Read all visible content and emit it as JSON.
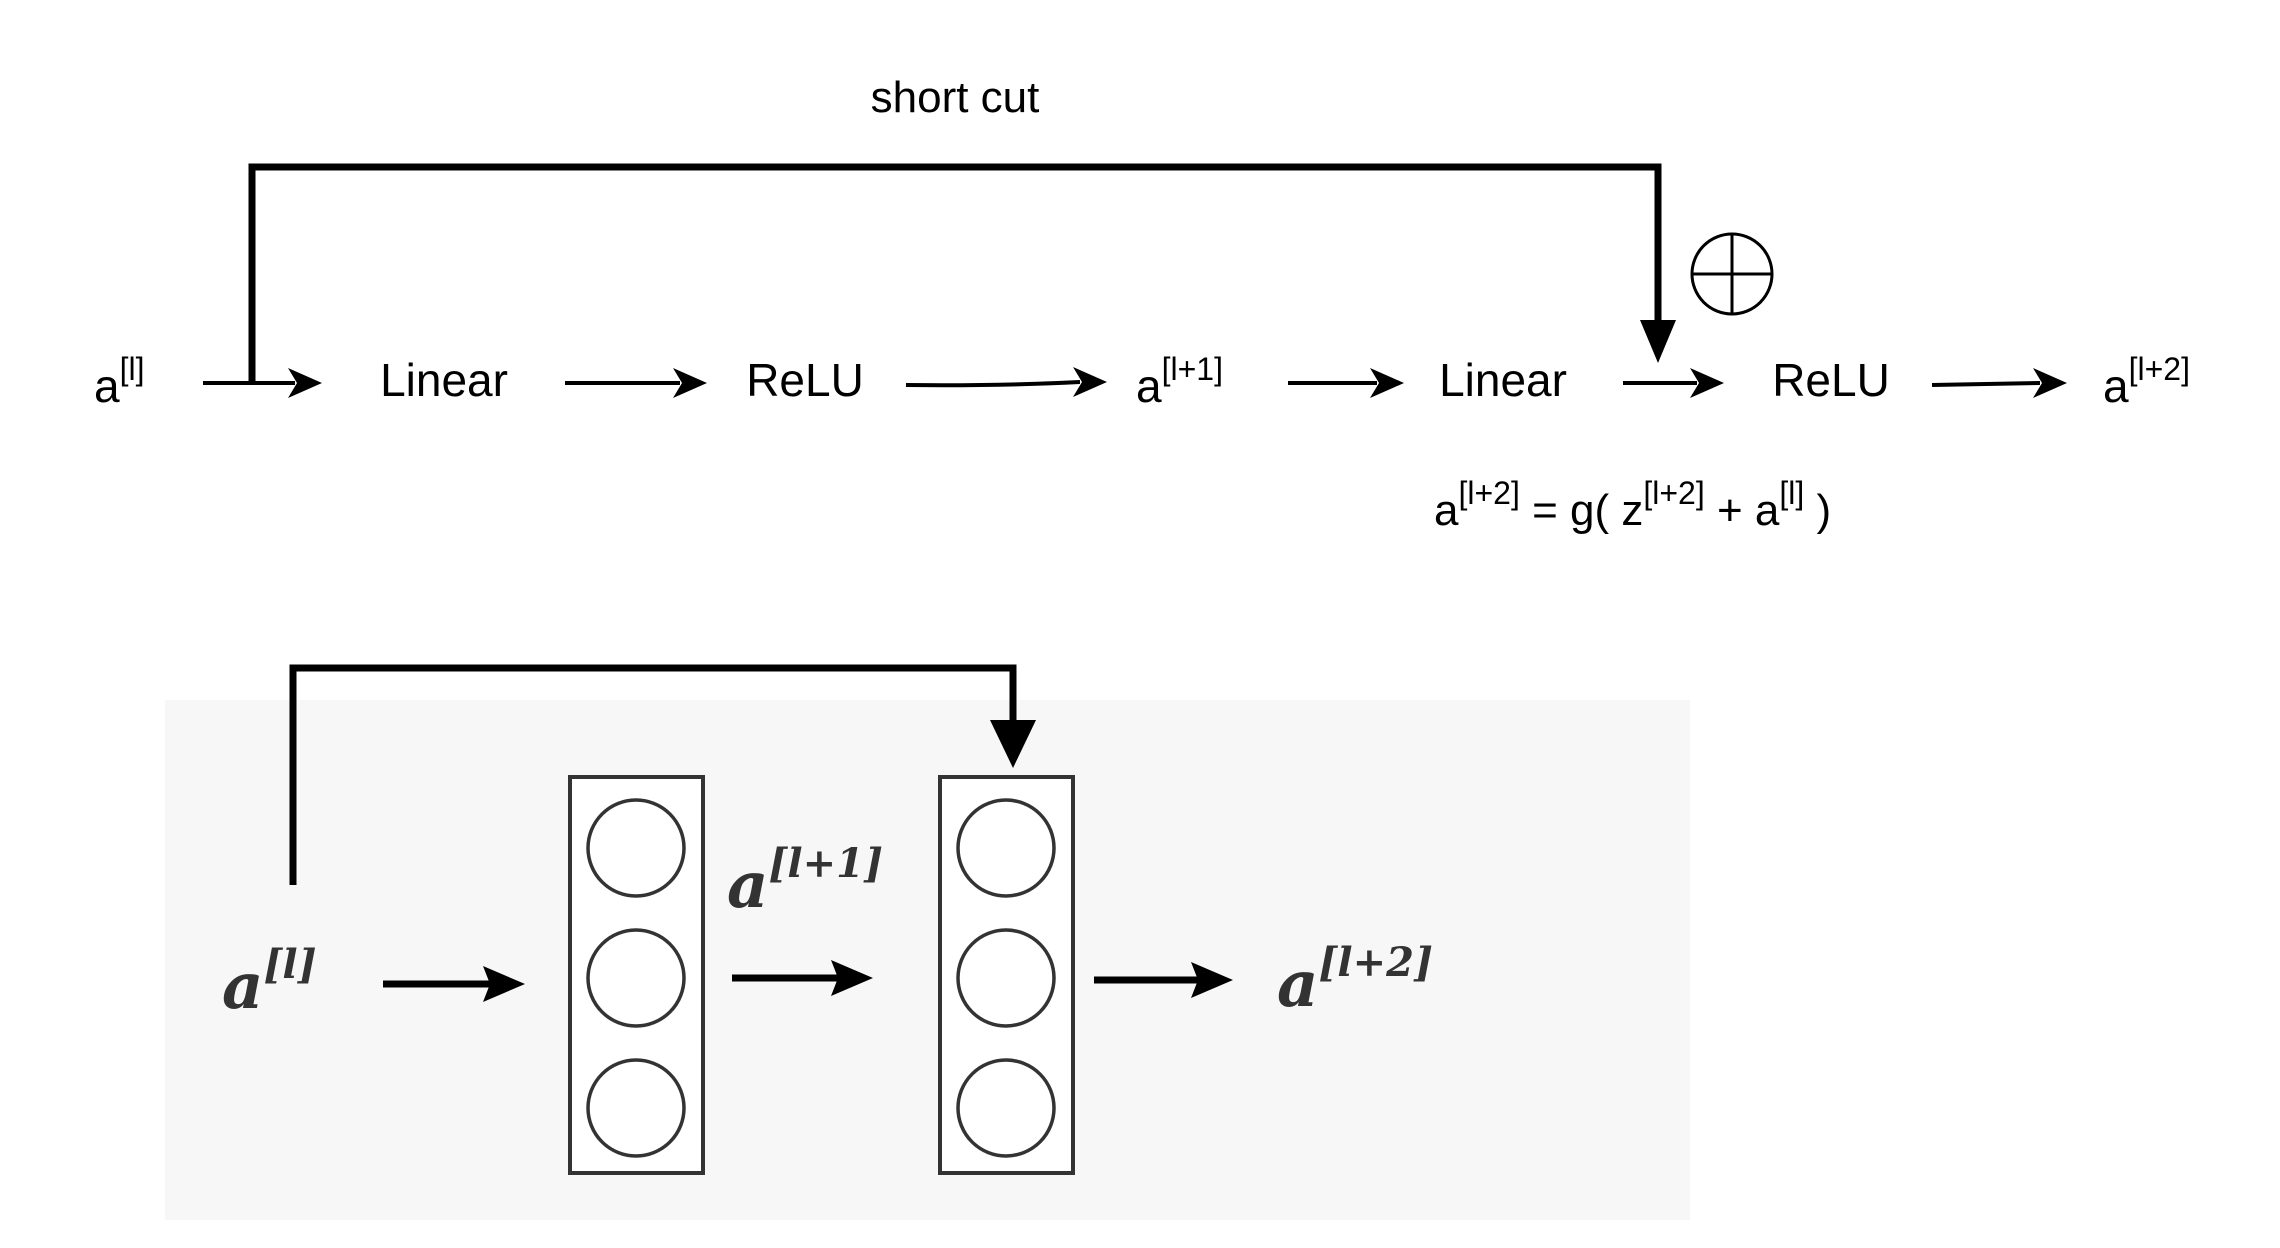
{
  "top_diagram": {
    "shortcut_label": "short cut",
    "input": {
      "base": "a",
      "sup": "[l]"
    },
    "nodes": [
      "Linear",
      "ReLU",
      "Linear",
      "ReLU"
    ],
    "hidden_activation": {
      "base": "a",
      "sup": "[l+1]"
    },
    "output": {
      "base": "a",
      "sup": "[l+2]"
    },
    "add_symbol_icon": "circled-plus-icon",
    "equation": {
      "lhs_base": "a",
      "lhs_sup": "[l+2]",
      "eq_open": " = g( ",
      "z_base": "z",
      "z_sup": "[l+2]",
      "plus": " + ",
      "a_base": "a",
      "a_sup": "[l]",
      "close": " )"
    }
  },
  "bottom_diagram": {
    "input": {
      "base": "a",
      "sup": "[l]"
    },
    "hidden_activation": {
      "base": "a",
      "sup": "[l+1]"
    },
    "output": {
      "base": "a",
      "sup": "[l+2]"
    },
    "layers": [
      {
        "neurons": 3
      },
      {
        "neurons": 3
      }
    ],
    "panel_color": "#f7f7f7"
  }
}
